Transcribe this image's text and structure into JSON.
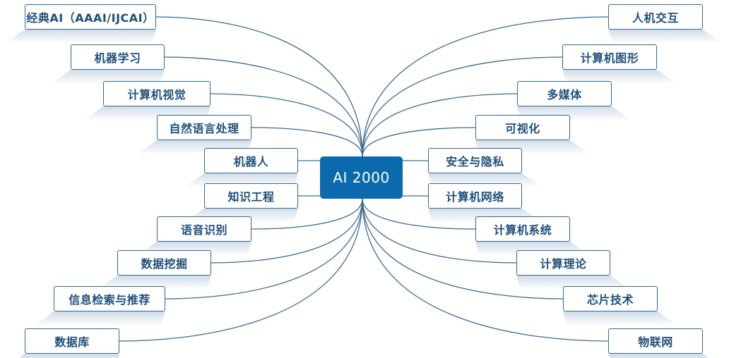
{
  "center": {
    "label": "AI 2000"
  },
  "left_topics": [
    {
      "id": "classic-ai",
      "label": "经典AI（AAAI/IJCAI）"
    },
    {
      "id": "machine-learning",
      "label": "机器学习"
    },
    {
      "id": "computer-vision",
      "label": "计算机视觉"
    },
    {
      "id": "nlp",
      "label": "自然语言处理"
    },
    {
      "id": "robotics",
      "label": "机器人"
    },
    {
      "id": "knowledge-engineering",
      "label": "知识工程"
    },
    {
      "id": "speech-recognition",
      "label": "语音识别"
    },
    {
      "id": "data-mining",
      "label": "数据挖掘"
    },
    {
      "id": "information-retrieval",
      "label": "信息检索与推荐"
    },
    {
      "id": "database",
      "label": "数据库"
    }
  ],
  "right_topics": [
    {
      "id": "hci",
      "label": "人机交互"
    },
    {
      "id": "computer-graphics",
      "label": "计算机图形"
    },
    {
      "id": "multimedia",
      "label": "多媒体"
    },
    {
      "id": "visualization",
      "label": "可视化"
    },
    {
      "id": "security-privacy",
      "label": "安全与隐私"
    },
    {
      "id": "computer-networks",
      "label": "计算机网络"
    },
    {
      "id": "computer-systems",
      "label": "计算机系统"
    },
    {
      "id": "theory",
      "label": "计算理论"
    },
    {
      "id": "chip-technology",
      "label": "芯片技术"
    },
    {
      "id": "iot",
      "label": "物联网"
    }
  ],
  "colors": {
    "center_fill": "#0b6aad",
    "center_text": "#ffffff",
    "node_border": "#2f6896",
    "node_text": "#1f4f7a",
    "link": "#3d6b94",
    "shadow": "#c9d6e3"
  }
}
